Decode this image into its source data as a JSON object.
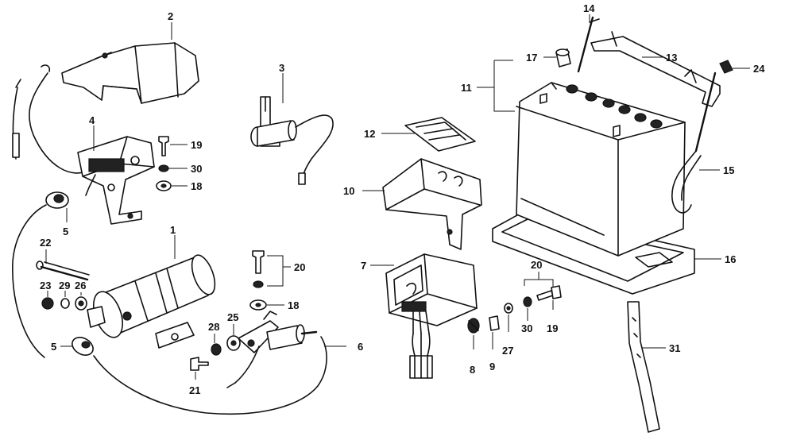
{
  "diagram": {
    "callouts": [
      {
        "id": "c1",
        "label": "1"
      },
      {
        "id": "c2",
        "label": "2"
      },
      {
        "id": "c3",
        "label": "3"
      },
      {
        "id": "c4",
        "label": "4"
      },
      {
        "id": "c5a",
        "label": "5"
      },
      {
        "id": "c5b",
        "label": "5"
      },
      {
        "id": "c6",
        "label": "6"
      },
      {
        "id": "c7",
        "label": "7"
      },
      {
        "id": "c8",
        "label": "8"
      },
      {
        "id": "c9",
        "label": "9"
      },
      {
        "id": "c10",
        "label": "10"
      },
      {
        "id": "c11",
        "label": "11"
      },
      {
        "id": "c12",
        "label": "12"
      },
      {
        "id": "c13",
        "label": "13"
      },
      {
        "id": "c14",
        "label": "14"
      },
      {
        "id": "c15",
        "label": "15"
      },
      {
        "id": "c16",
        "label": "16"
      },
      {
        "id": "c17",
        "label": "17"
      },
      {
        "id": "c18a",
        "label": "18"
      },
      {
        "id": "c18b",
        "label": "18"
      },
      {
        "id": "c19a",
        "label": "19"
      },
      {
        "id": "c19b",
        "label": "19"
      },
      {
        "id": "c20a",
        "label": "20"
      },
      {
        "id": "c20b",
        "label": "20"
      },
      {
        "id": "c21",
        "label": "21"
      },
      {
        "id": "c22",
        "label": "22"
      },
      {
        "id": "c23",
        "label": "23"
      },
      {
        "id": "c24",
        "label": "24"
      },
      {
        "id": "c25",
        "label": "25"
      },
      {
        "id": "c26",
        "label": "26"
      },
      {
        "id": "c27",
        "label": "27"
      },
      {
        "id": "c28",
        "label": "28"
      },
      {
        "id": "c29",
        "label": "29"
      },
      {
        "id": "c30a",
        "label": "30"
      },
      {
        "id": "c30b",
        "label": "30"
      },
      {
        "id": "c31",
        "label": "31"
      }
    ]
  }
}
